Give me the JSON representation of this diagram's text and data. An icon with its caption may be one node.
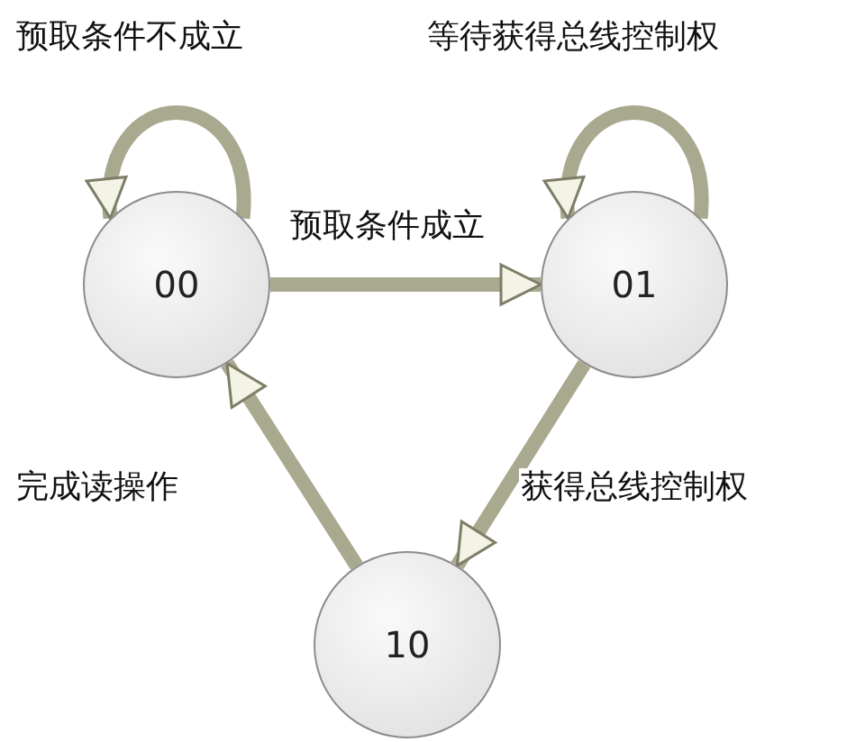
{
  "diagram": {
    "nodes": [
      {
        "text": [
          "00"
        ]
      },
      {
        "text": [
          "01"
        ]
      },
      {
        "text": [
          "10"
        ]
      }
    ],
    "edges": [
      {
        "from": 0,
        "to": 0,
        "arrow": "to",
        "label": "预取条件不成立"
      },
      {
        "from": 1,
        "to": 1,
        "arrow": "to",
        "label": "等待获得总线控制权"
      },
      {
        "from": 0,
        "to": 1,
        "arrow": "to",
        "label": "预取条件成立"
      },
      {
        "from": 1,
        "to": 2,
        "arrow": "to",
        "label": "获得总线控制权"
      },
      {
        "from": 2,
        "to": 0,
        "arrow": "to",
        "label": "完成读操作"
      }
    ]
  }
}
